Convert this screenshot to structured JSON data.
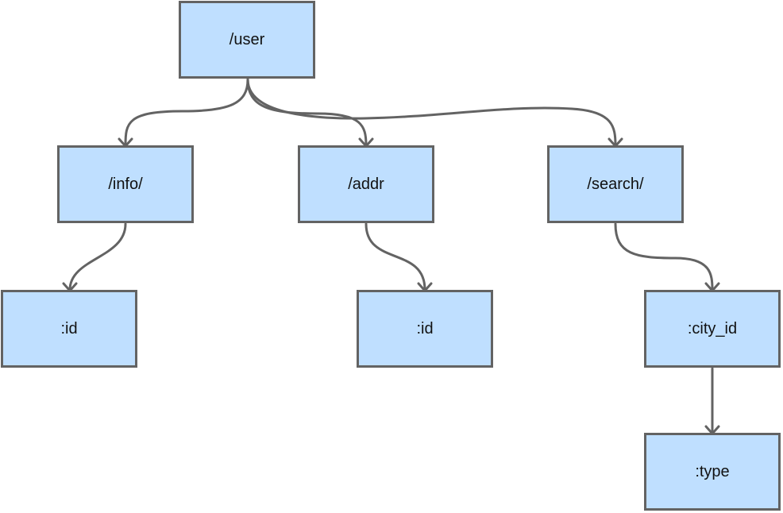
{
  "diagram": {
    "nodes": {
      "user": "/user",
      "info": "/info/",
      "addr": "/addr",
      "search": "/search/",
      "info_id": ":id",
      "addr_id": ":id",
      "city_id": ":city_id",
      "type": ":type"
    },
    "edges": [
      {
        "from": "user",
        "to": "info"
      },
      {
        "from": "user",
        "to": "addr"
      },
      {
        "from": "user",
        "to": "search"
      },
      {
        "from": "info",
        "to": "info_id"
      },
      {
        "from": "addr",
        "to": "addr_id"
      },
      {
        "from": "search",
        "to": "city_id"
      },
      {
        "from": "city_id",
        "to": "type"
      }
    ],
    "colors": {
      "node_fill": "#bfdfff",
      "node_border": "#636363",
      "edge": "#636363"
    }
  }
}
